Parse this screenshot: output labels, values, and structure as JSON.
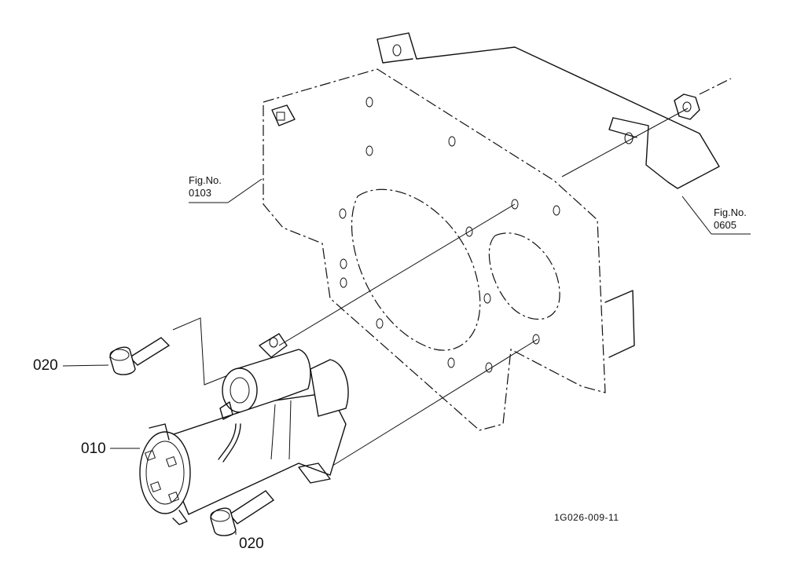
{
  "figure": {
    "drawing_code": "1G026-009-11",
    "callouts": {
      "bolt_upper": "020",
      "starter": "010",
      "bolt_lower": "020"
    },
    "references": [
      {
        "label": "Fig.No.",
        "number": "0103"
      },
      {
        "label": "Fig.No.",
        "number": "0605"
      }
    ]
  }
}
